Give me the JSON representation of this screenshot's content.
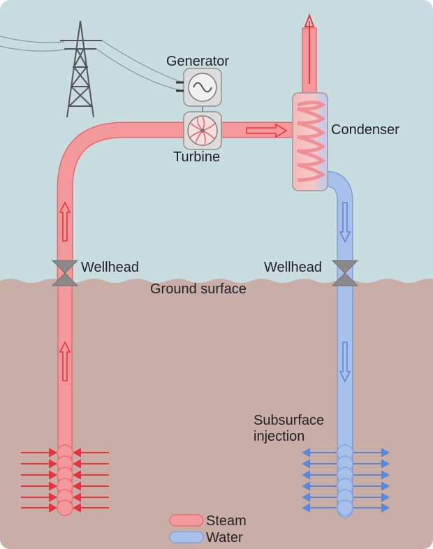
{
  "labels": {
    "generator": "Generator",
    "turbine": "Turbine",
    "condenser": "Condenser",
    "wellhead_left": "Wellhead",
    "wellhead_right": "Wellhead",
    "ground_surface": "Ground surface",
    "subsurface_line1": "Subsurface",
    "subsurface_line2": "injection"
  },
  "legend": [
    {
      "label": "Steam",
      "color": "#f4999b"
    },
    {
      "label": "Water",
      "color": "#a7c1ea"
    }
  ],
  "colors": {
    "sky": "#c9dde0",
    "ground": "#c9aea8",
    "steam_fill": "#f4999b",
    "steam_stroke": "#e8676e",
    "steam_arrow": "#e8323f",
    "water_fill": "#a7c1ea",
    "water_stroke": "#7e9fd8",
    "water_arrow": "#5c86d6",
    "valve": "#8a8a8a",
    "tower": "#555555"
  }
}
